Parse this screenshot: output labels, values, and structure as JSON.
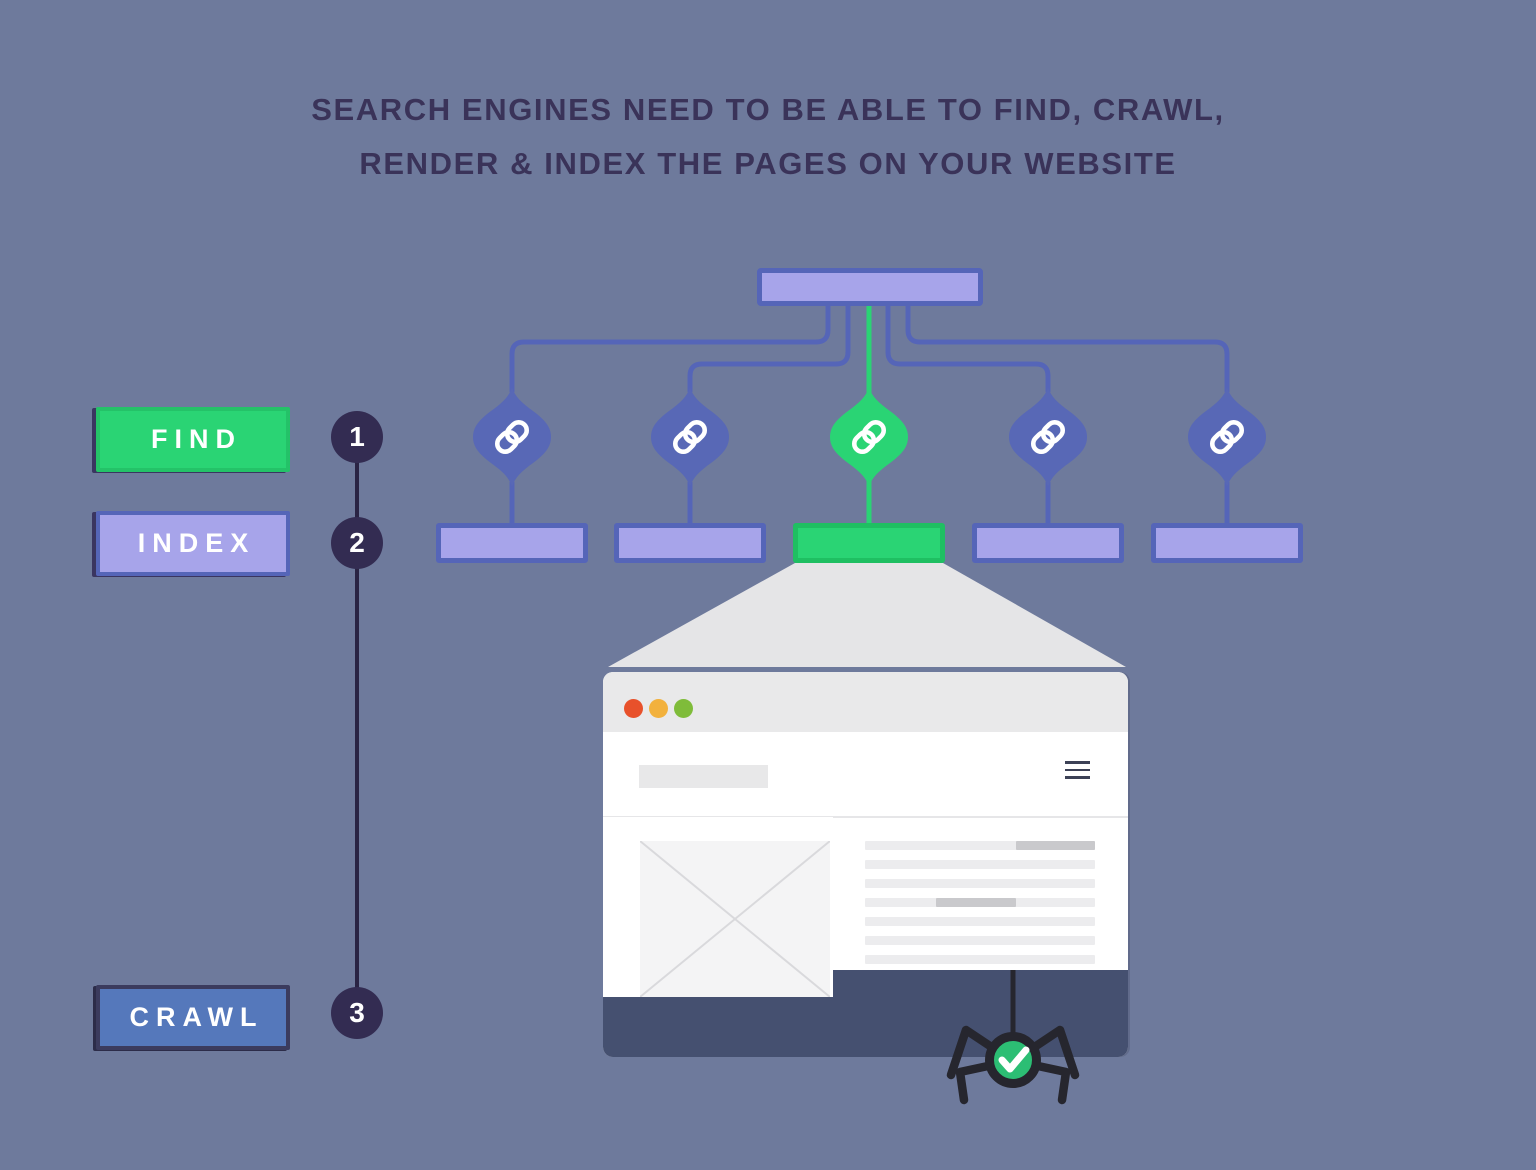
{
  "title": {
    "line1": "SEARCH ENGINES NEED TO BE ABLE TO FIND, CRAWL,",
    "line2": "RENDER & INDEX THE PAGES ON YOUR WEBSITE"
  },
  "legend": {
    "steps": [
      {
        "number": "1",
        "label": "FIND",
        "color": "#2ad474"
      },
      {
        "number": "2",
        "label": "INDEX",
        "color": "#a7a4ea"
      },
      {
        "number": "3",
        "label": "CRAWL",
        "color": "#5578bb"
      }
    ]
  },
  "sitemap": {
    "child_node_count": 5,
    "highlighted_child_index": 2,
    "node_icon": "link-icon",
    "colors": {
      "node_fill": "#a7a4ea",
      "node_border": "#5565b8",
      "connector": "#5565b8",
      "diamond_fill": "#5868b6",
      "highlight_green": "#2ad474"
    }
  },
  "browser": {
    "window_controls": [
      "close-dot",
      "minimize-dot",
      "maximize-dot"
    ],
    "control_colors": [
      "#e8512b",
      "#f2b13d",
      "#7fbc3a"
    ],
    "text_line_count": 7,
    "footer_color": "#455070"
  },
  "spider": {
    "status_color": "#2cbe74",
    "body_color": "#26262e"
  },
  "background_color": "#6e7a9c"
}
